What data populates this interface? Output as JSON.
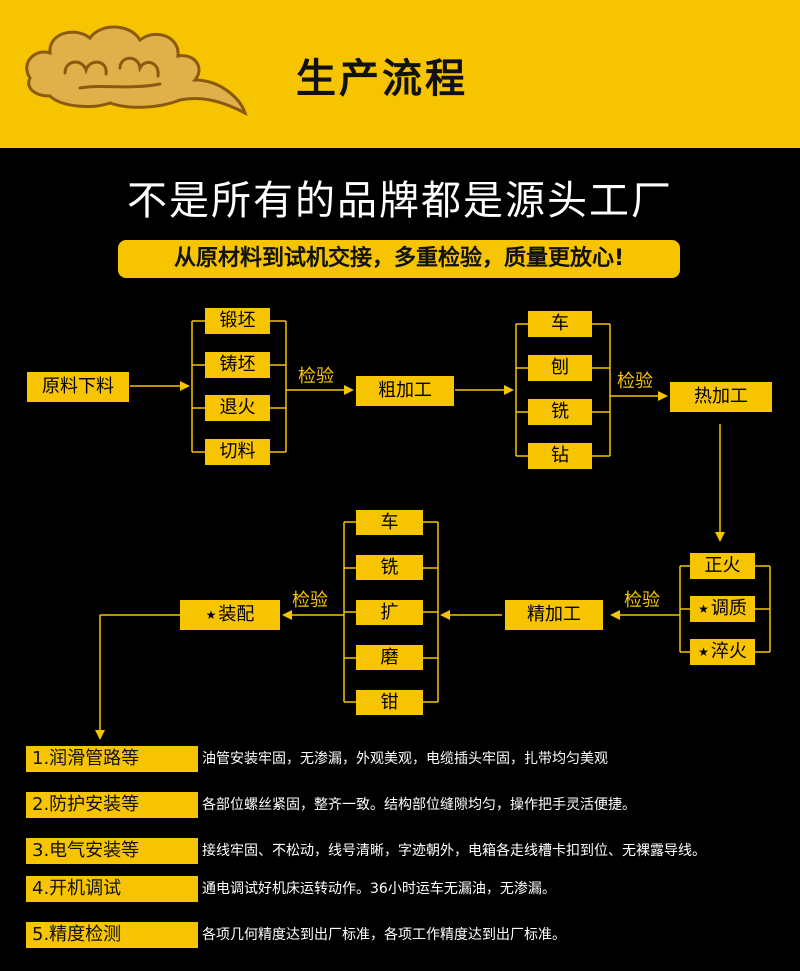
{
  "header": {
    "title": "生产流程"
  },
  "headline": "不是所有的品牌都是源头工厂",
  "subline": "从原材料到试机交接，多重检验，质量更放心!",
  "flow": {
    "start": "原料下料",
    "group1": [
      "锻坯",
      "铸坯",
      "退火",
      "切料"
    ],
    "inspect1": "检验",
    "rough": "粗加工",
    "group2": [
      "车",
      "刨",
      "铣",
      "钻"
    ],
    "inspect2": "检验",
    "heat": "热加工",
    "group3": [
      "正火",
      "调质",
      "淬火"
    ],
    "inspect3": "检验",
    "finish": "精加工",
    "group4": [
      "车",
      "铣",
      "扩",
      "磨",
      "钳"
    ],
    "inspect4": "检验",
    "assembly": "装配"
  },
  "steps": [
    {
      "label": "1.润滑管路等",
      "desc": "油管安装牢固，无渗漏，外观美观，电缆插头牢固，扎带均匀美观"
    },
    {
      "label": "2.防护安装等",
      "desc": "各部位螺丝紧固，整齐一致。结构部位缝隙均匀，操作把手灵活便捷。"
    },
    {
      "label": "3.电气安装等",
      "desc": "接线牢固、不松动，线号清晰，字迹朝外，电箱各走线槽卡扣到位、无裸露导线。"
    },
    {
      "label": "4.开机调试",
      "desc": "通电调试好机床运转动作。36小时运车无漏油，无渗漏。"
    },
    {
      "label": "5.精度检测",
      "desc": "各项几何精度达到出厂标准，各项工作精度达到出厂标准。"
    }
  ],
  "colors": {
    "accent": "#f6c400",
    "background": "#000000",
    "cloud": "#e0b04a"
  }
}
